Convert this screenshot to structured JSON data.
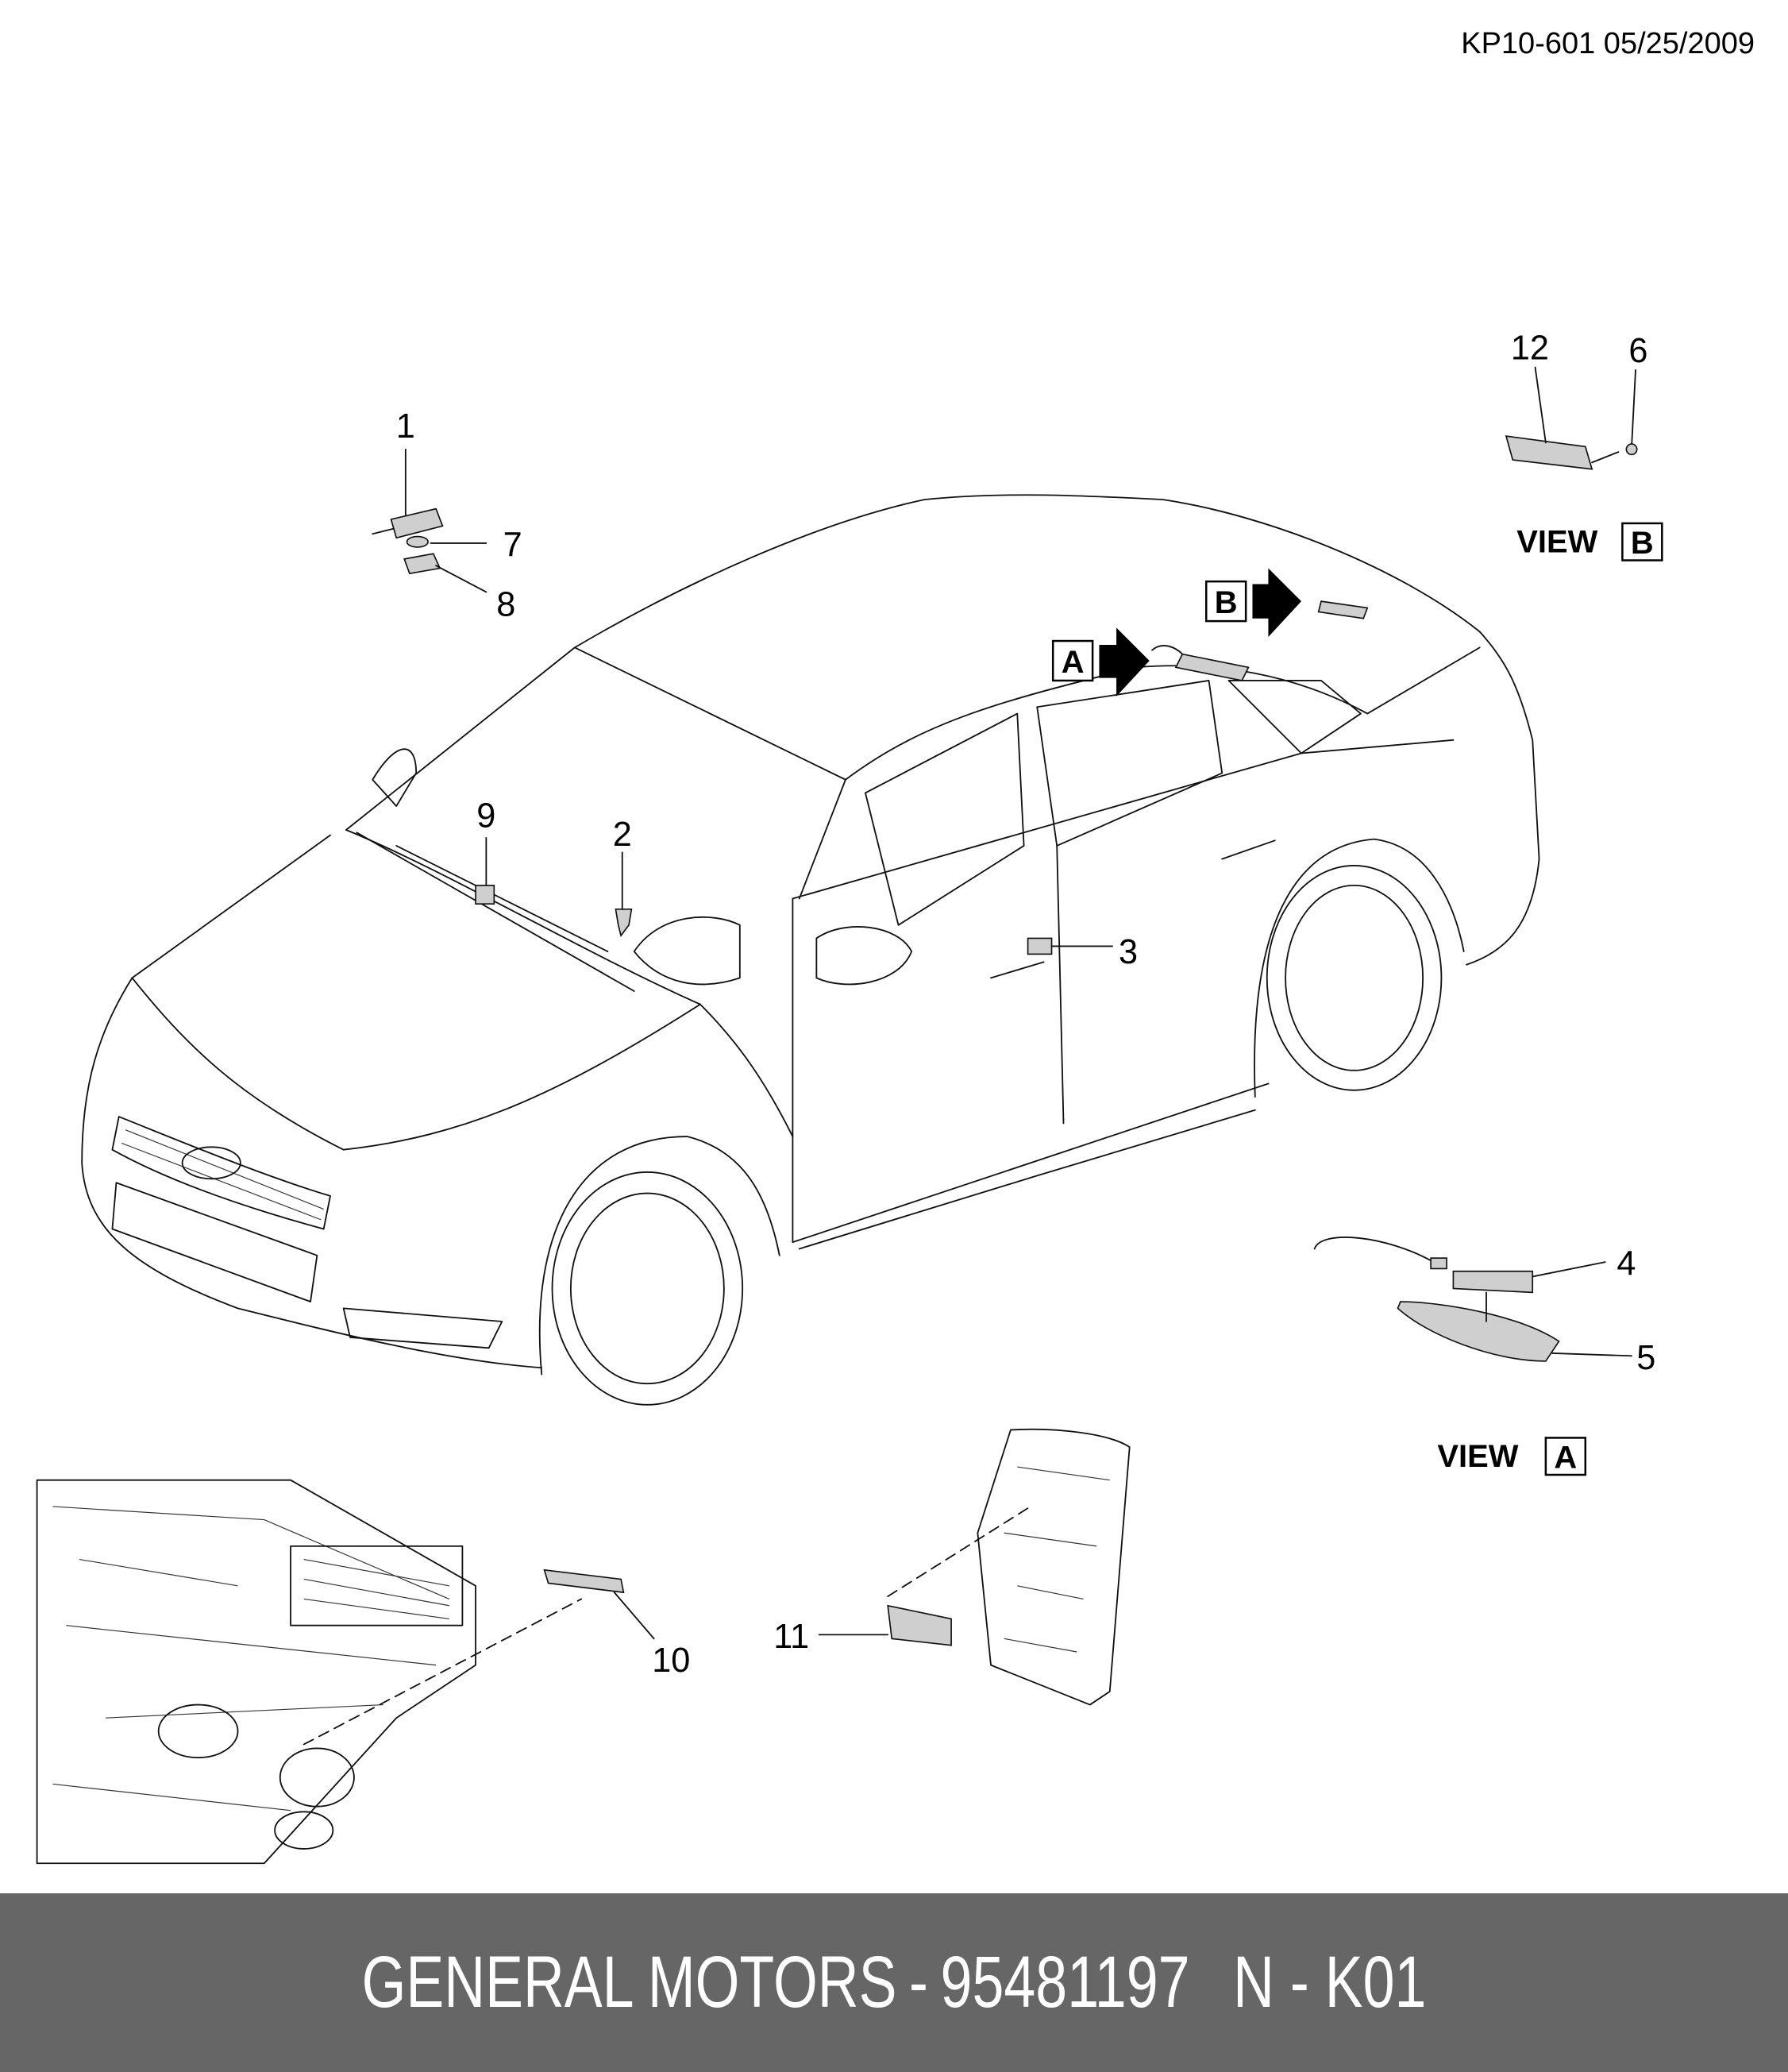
{
  "header": {
    "doc_code": "KP10-601 05/25/2009"
  },
  "callouts": {
    "c1": "1",
    "c2": "2",
    "c3": "3",
    "c4": "4",
    "c5": "5",
    "c6": "6",
    "c7": "7",
    "c8": "8",
    "c9": "9",
    "c10": "10",
    "c11": "11",
    "c12": "12"
  },
  "views": {
    "view_word": "VIEW",
    "a": "A",
    "b": "B"
  },
  "footer": {
    "brand": "GENERAL MOTORS",
    "separator": "-",
    "part_number": "95481197",
    "code": "N - K01"
  }
}
